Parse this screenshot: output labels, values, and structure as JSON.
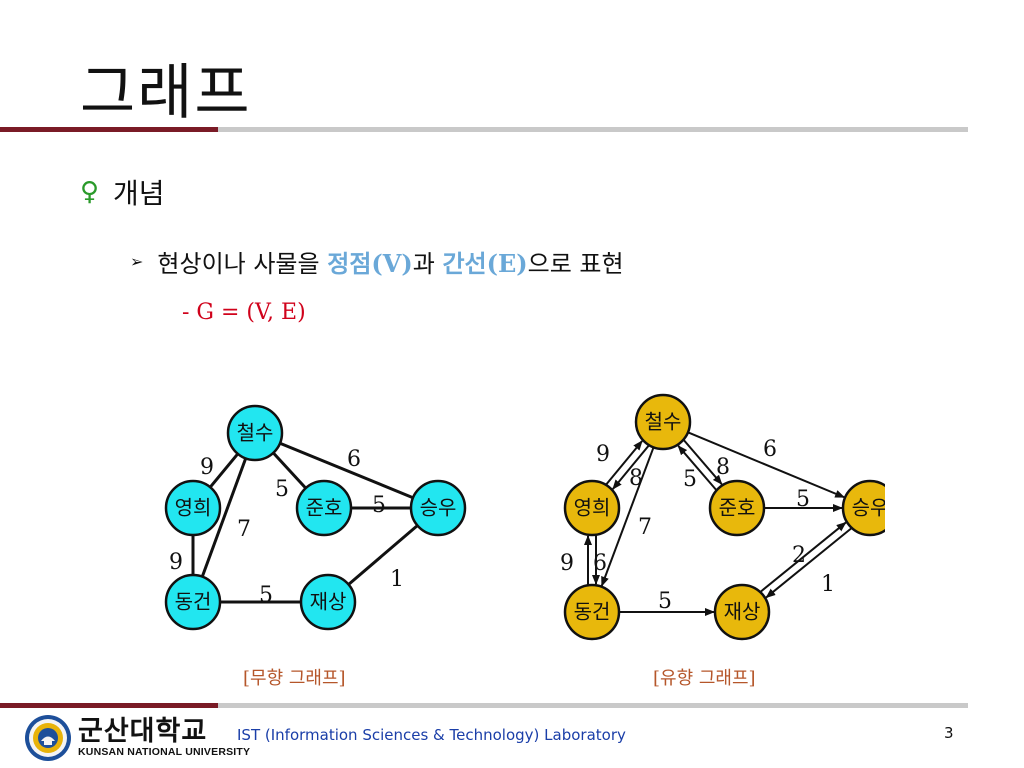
{
  "slide": {
    "title": "그래프",
    "bullet1": "개념",
    "bullet2": {
      "prefix": "현상이나 사물을 ",
      "term1": "정점(V)",
      "mid": "과 ",
      "term2": "간선(E)",
      "suffix": "으로 표현"
    },
    "bullet3": "- G = (V, E)"
  },
  "undirected_graph": {
    "caption": "[무향 그래프]",
    "node_color": "#22e6f0",
    "nodes": [
      {
        "id": "철수",
        "label": "철수"
      },
      {
        "id": "영희",
        "label": "영희"
      },
      {
        "id": "준호",
        "label": "준호"
      },
      {
        "id": "승우",
        "label": "승우"
      },
      {
        "id": "동건",
        "label": "동건"
      },
      {
        "id": "재상",
        "label": "재상"
      }
    ],
    "edges": [
      {
        "from": "철수",
        "to": "영희",
        "weight": "9"
      },
      {
        "from": "철수",
        "to": "준호",
        "weight": "5"
      },
      {
        "from": "철수",
        "to": "승우",
        "weight": "6"
      },
      {
        "from": "철수",
        "to": "동건",
        "weight": "7"
      },
      {
        "from": "영희",
        "to": "동건",
        "weight": "9"
      },
      {
        "from": "준호",
        "to": "승우",
        "weight": "5"
      },
      {
        "from": "동건",
        "to": "재상",
        "weight": "5"
      },
      {
        "from": "재상",
        "to": "승우",
        "weight": "1"
      }
    ]
  },
  "directed_graph": {
    "caption": "[유향 그래프]",
    "node_color": "#e8b80c",
    "nodes": [
      {
        "id": "철수",
        "label": "철수"
      },
      {
        "id": "영희",
        "label": "영희"
      },
      {
        "id": "준호",
        "label": "준호"
      },
      {
        "id": "승우",
        "label": "승우"
      },
      {
        "id": "동건",
        "label": "동건"
      },
      {
        "id": "재상",
        "label": "재상"
      }
    ],
    "edges": [
      {
        "from": "철수",
        "to": "영희",
        "weight": "9"
      },
      {
        "from": "영희",
        "to": "철수",
        "weight": "8"
      },
      {
        "from": "철수",
        "to": "준호",
        "weight": "5"
      },
      {
        "from": "준호",
        "to": "철수",
        "weight": "8"
      },
      {
        "from": "철수",
        "to": "승우",
        "weight": "6"
      },
      {
        "from": "철수",
        "to": "동건",
        "weight": "7"
      },
      {
        "from": "동건",
        "to": "영희",
        "weight": "9"
      },
      {
        "from": "영희",
        "to": "동건",
        "weight": "6"
      },
      {
        "from": "준호",
        "to": "승우",
        "weight": "5"
      },
      {
        "from": "동건",
        "to": "재상",
        "weight": "5"
      },
      {
        "from": "재상",
        "to": "승우",
        "weight": "2"
      },
      {
        "from": "승우",
        "to": "재상",
        "weight": "1"
      }
    ]
  },
  "footer": {
    "logo_korean": "군산대학교",
    "logo_english": "KUNSAN NATIONAL UNIVERSITY",
    "lab_name": "IST (Information Sciences & Technology) Laboratory",
    "page_number": "3"
  },
  "colors": {
    "accent_dark_red": "#7a1b26",
    "highlight_blue": "#6aa8d8",
    "formula_red": "#d0021b",
    "caption_brown": "#b5562a"
  }
}
